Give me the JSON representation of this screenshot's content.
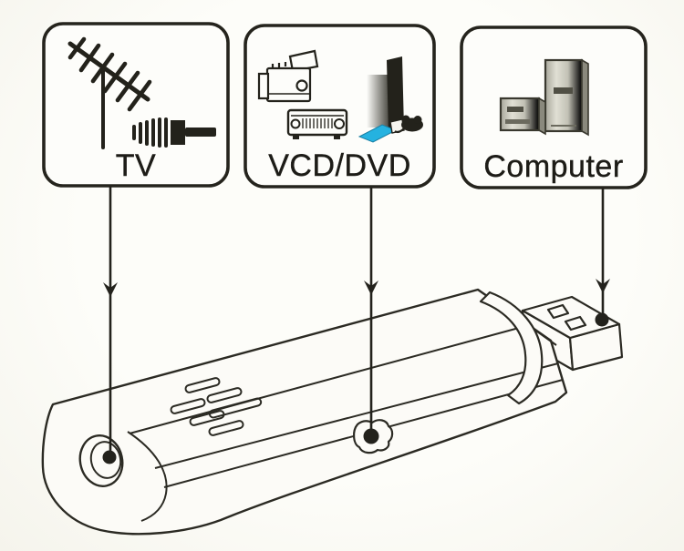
{
  "diagram": {
    "background": "#fbfaf6",
    "line_color": "#2b2a23",
    "boxes": [
      {
        "id": "tv",
        "label": "TV",
        "icons": [
          "tv-antenna",
          "coax-cable-connector"
        ]
      },
      {
        "id": "vcd-dvd",
        "label": "VCD/DVD",
        "icons": [
          "camcorder",
          "dvd-player",
          "game-console",
          "game-controller"
        ]
      },
      {
        "id": "computer",
        "label": "Computer",
        "icons": [
          "tower-pc",
          "desktop-pc"
        ]
      }
    ],
    "device": {
      "type": "usb-tv-tuner-stick",
      "ports": [
        {
          "name": "antenna-coax-port",
          "connects_to": "TV"
        },
        {
          "name": "av-input-jack",
          "connects_to": "VCD/DVD"
        },
        {
          "name": "usb-plug",
          "connects_to": "Computer"
        }
      ]
    },
    "accent_colors": {
      "console_stand_blue": "#25b2e0",
      "tower_gray": "#c9c8bd"
    }
  }
}
